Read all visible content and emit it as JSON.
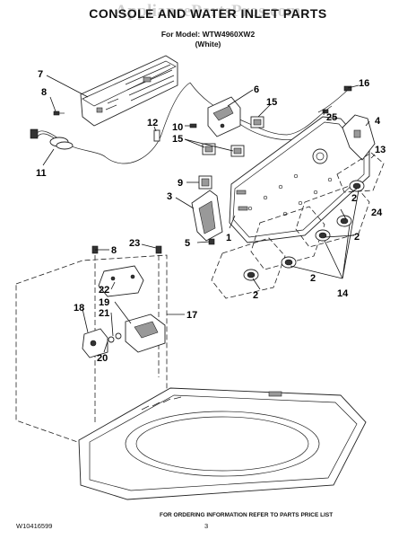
{
  "watermark": "AppliancePartsPros.com",
  "title": "CONSOLE AND WATER INLET PARTS",
  "model_line": "For Model: WTW4960XW2",
  "color_line": "(White)",
  "footer": {
    "code": "W10416599",
    "info": "FOR ORDERING INFORMATION REFER TO PARTS PRICE LIST",
    "page": "3"
  },
  "callouts": {
    "c7": "7",
    "c8a": "8",
    "c11": "11",
    "c12": "12",
    "c10": "10",
    "c6": "6",
    "c15a": "15",
    "c15b": "15",
    "c16": "16",
    "c25": "25",
    "c4": "4",
    "c13": "13",
    "c9": "9",
    "c3": "3",
    "c5": "5",
    "c1": "1",
    "c2a": "2",
    "c24": "24",
    "c2b": "2",
    "c2c": "2",
    "c2d": "2",
    "c14": "14",
    "c8b": "8",
    "c23": "23",
    "c22": "22",
    "c19": "19",
    "c18": "18",
    "c21": "21",
    "c17": "17",
    "c20": "20"
  }
}
